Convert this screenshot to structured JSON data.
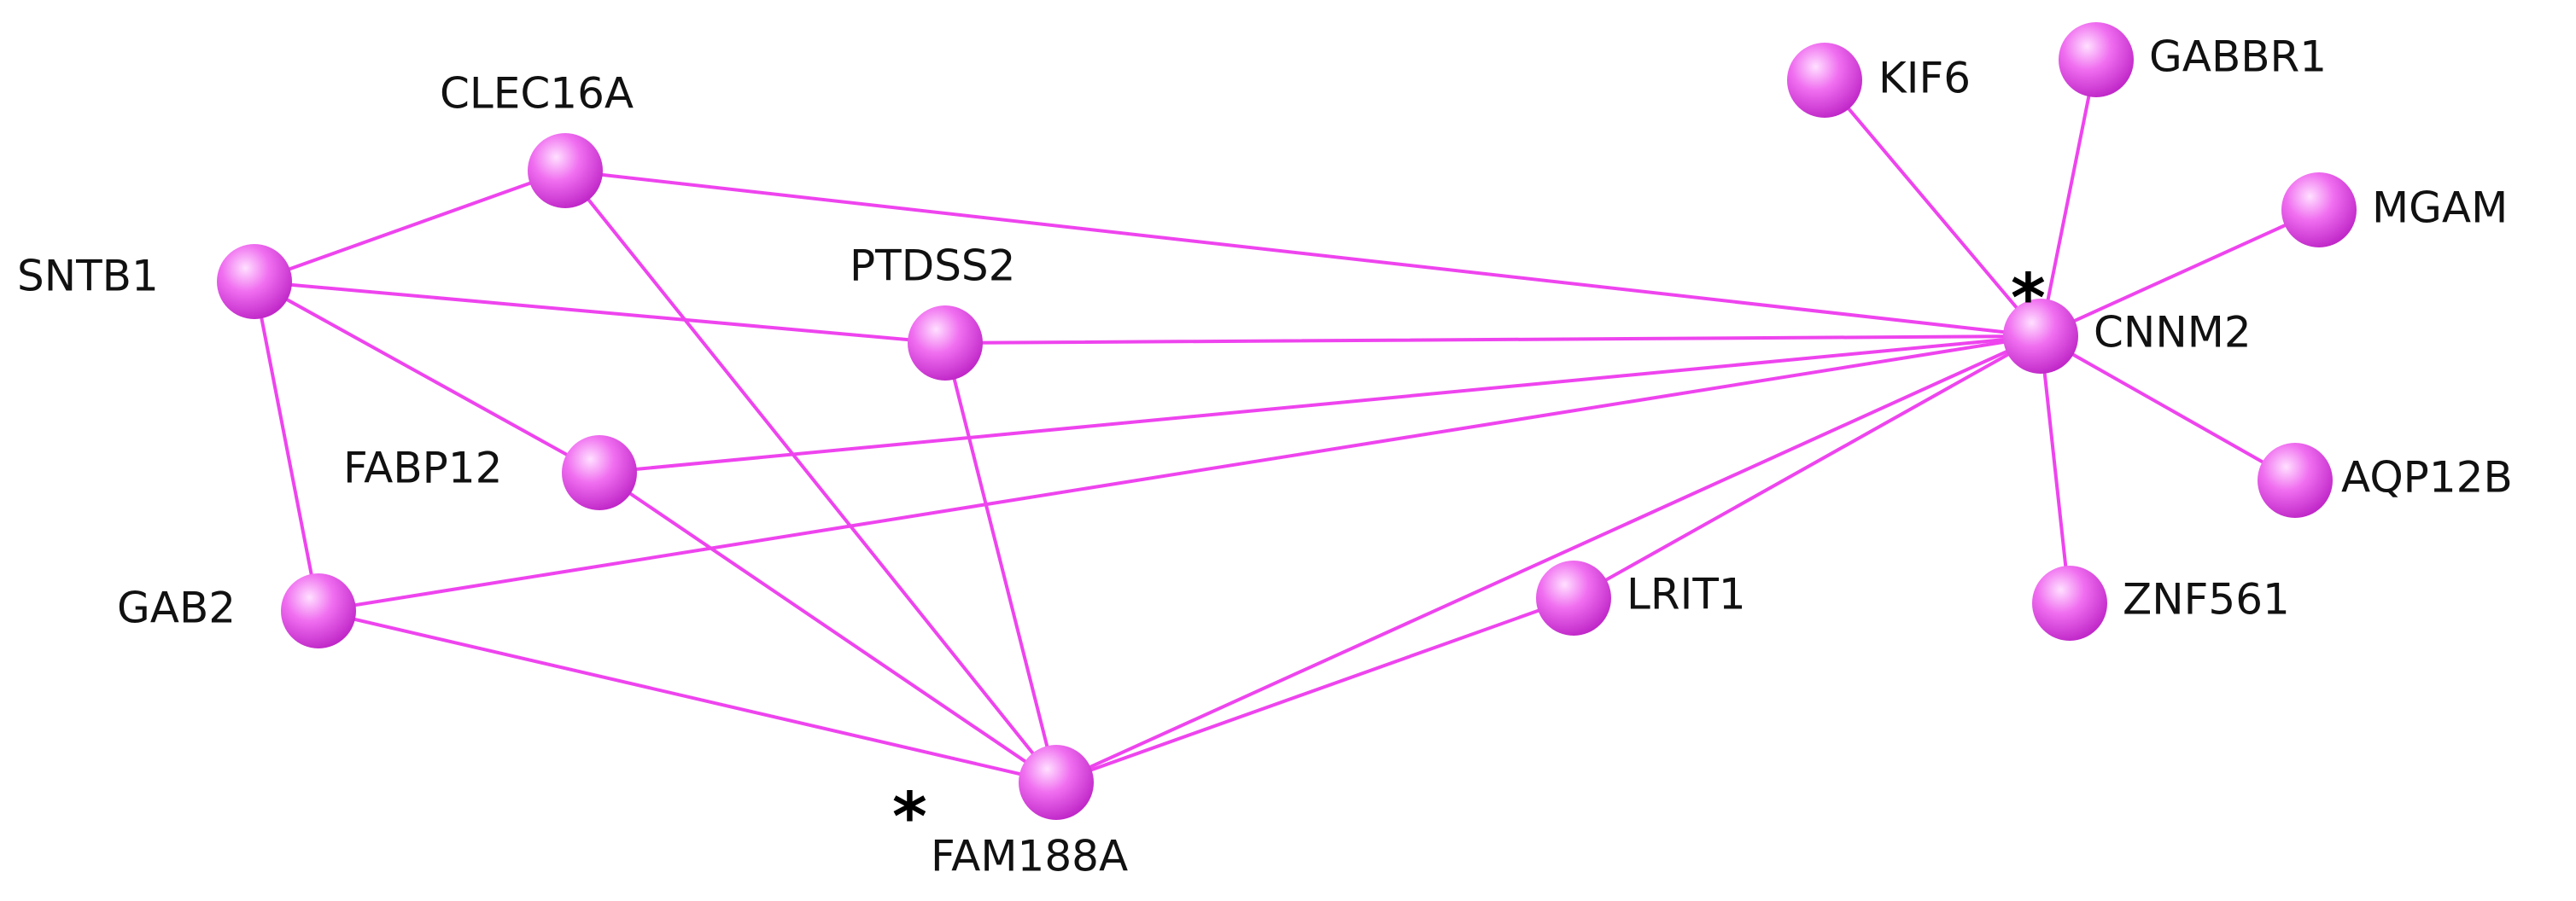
{
  "colors": {
    "node": "#f06ef0",
    "node_highlight": "#ffe0ff",
    "node_shade": "#c028c8",
    "edge": "#ee44ee",
    "label": "#111111"
  },
  "nodes": [
    {
      "id": "CLEC16A",
      "label": "CLEC16A"
    },
    {
      "id": "SNTB1",
      "label": "SNTB1"
    },
    {
      "id": "PTDSS2",
      "label": "PTDSS2"
    },
    {
      "id": "FABP12",
      "label": "FABP12"
    },
    {
      "id": "GAB2",
      "label": "GAB2"
    },
    {
      "id": "FAM188A",
      "label": "FAM188A",
      "marker": "*"
    },
    {
      "id": "LRIT1",
      "label": "LRIT1"
    },
    {
      "id": "KIF6",
      "label": "KIF6"
    },
    {
      "id": "GABBR1",
      "label": "GABBR1"
    },
    {
      "id": "MGAM",
      "label": "MGAM"
    },
    {
      "id": "CNNM2",
      "label": "CNNM2",
      "marker": "*"
    },
    {
      "id": "AQP12B",
      "label": "AQP12B"
    },
    {
      "id": "ZNF561",
      "label": "ZNF561"
    }
  ],
  "edges": [
    [
      "SNTB1",
      "CLEC16A"
    ],
    [
      "SNTB1",
      "PTDSS2"
    ],
    [
      "SNTB1",
      "FABP12"
    ],
    [
      "SNTB1",
      "GAB2"
    ],
    [
      "CLEC16A",
      "CNNM2"
    ],
    [
      "CLEC16A",
      "FAM188A"
    ],
    [
      "PTDSS2",
      "CNNM2"
    ],
    [
      "PTDSS2",
      "FAM188A"
    ],
    [
      "FABP12",
      "CNNM2"
    ],
    [
      "FABP12",
      "FAM188A"
    ],
    [
      "GAB2",
      "CNNM2"
    ],
    [
      "GAB2",
      "FAM188A"
    ],
    [
      "FAM188A",
      "CNNM2"
    ],
    [
      "FAM188A",
      "LRIT1"
    ],
    [
      "LRIT1",
      "CNNM2"
    ],
    [
      "KIF6",
      "CNNM2"
    ],
    [
      "GABBR1",
      "CNNM2"
    ],
    [
      "MGAM",
      "CNNM2"
    ],
    [
      "AQP12B",
      "CNNM2"
    ],
    [
      "ZNF561",
      "CNNM2"
    ]
  ]
}
